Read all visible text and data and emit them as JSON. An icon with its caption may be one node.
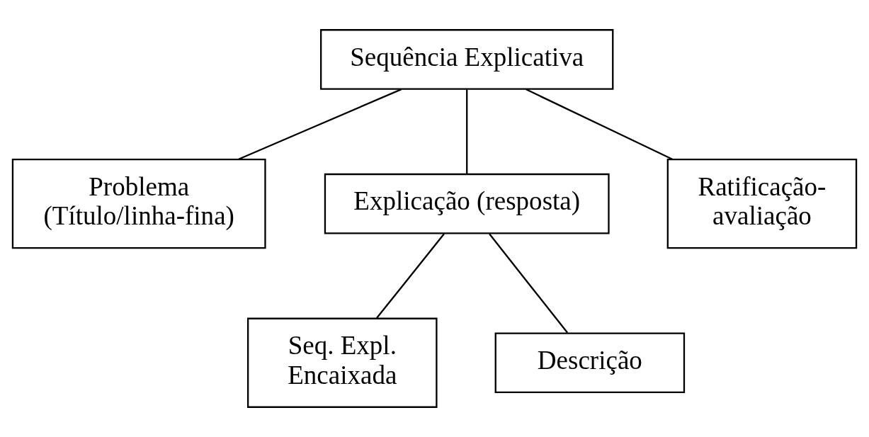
{
  "diagram": {
    "nodes": [
      {
        "text": [
          "Sequência Explicativa"
        ]
      },
      {
        "text": [
          "Problema (Título/linha-fina)"
        ]
      },
      {
        "text": [
          "Explicação (resposta)"
        ]
      },
      {
        "text": [
          "Ratificação-avaliação"
        ]
      },
      {
        "text": [
          "Seq. Expl. Encaixada"
        ]
      },
      {
        "text": [
          "Descrição"
        ]
      }
    ],
    "edges": [
      {
        "from": 0,
        "to": 1,
        "arrow": "none"
      },
      {
        "from": 0,
        "to": 2,
        "arrow": "none"
      },
      {
        "from": 0,
        "to": 3,
        "arrow": "none"
      },
      {
        "from": 2,
        "to": 4,
        "arrow": "none"
      },
      {
        "from": 2,
        "to": 5,
        "arrow": "none"
      }
    ]
  }
}
